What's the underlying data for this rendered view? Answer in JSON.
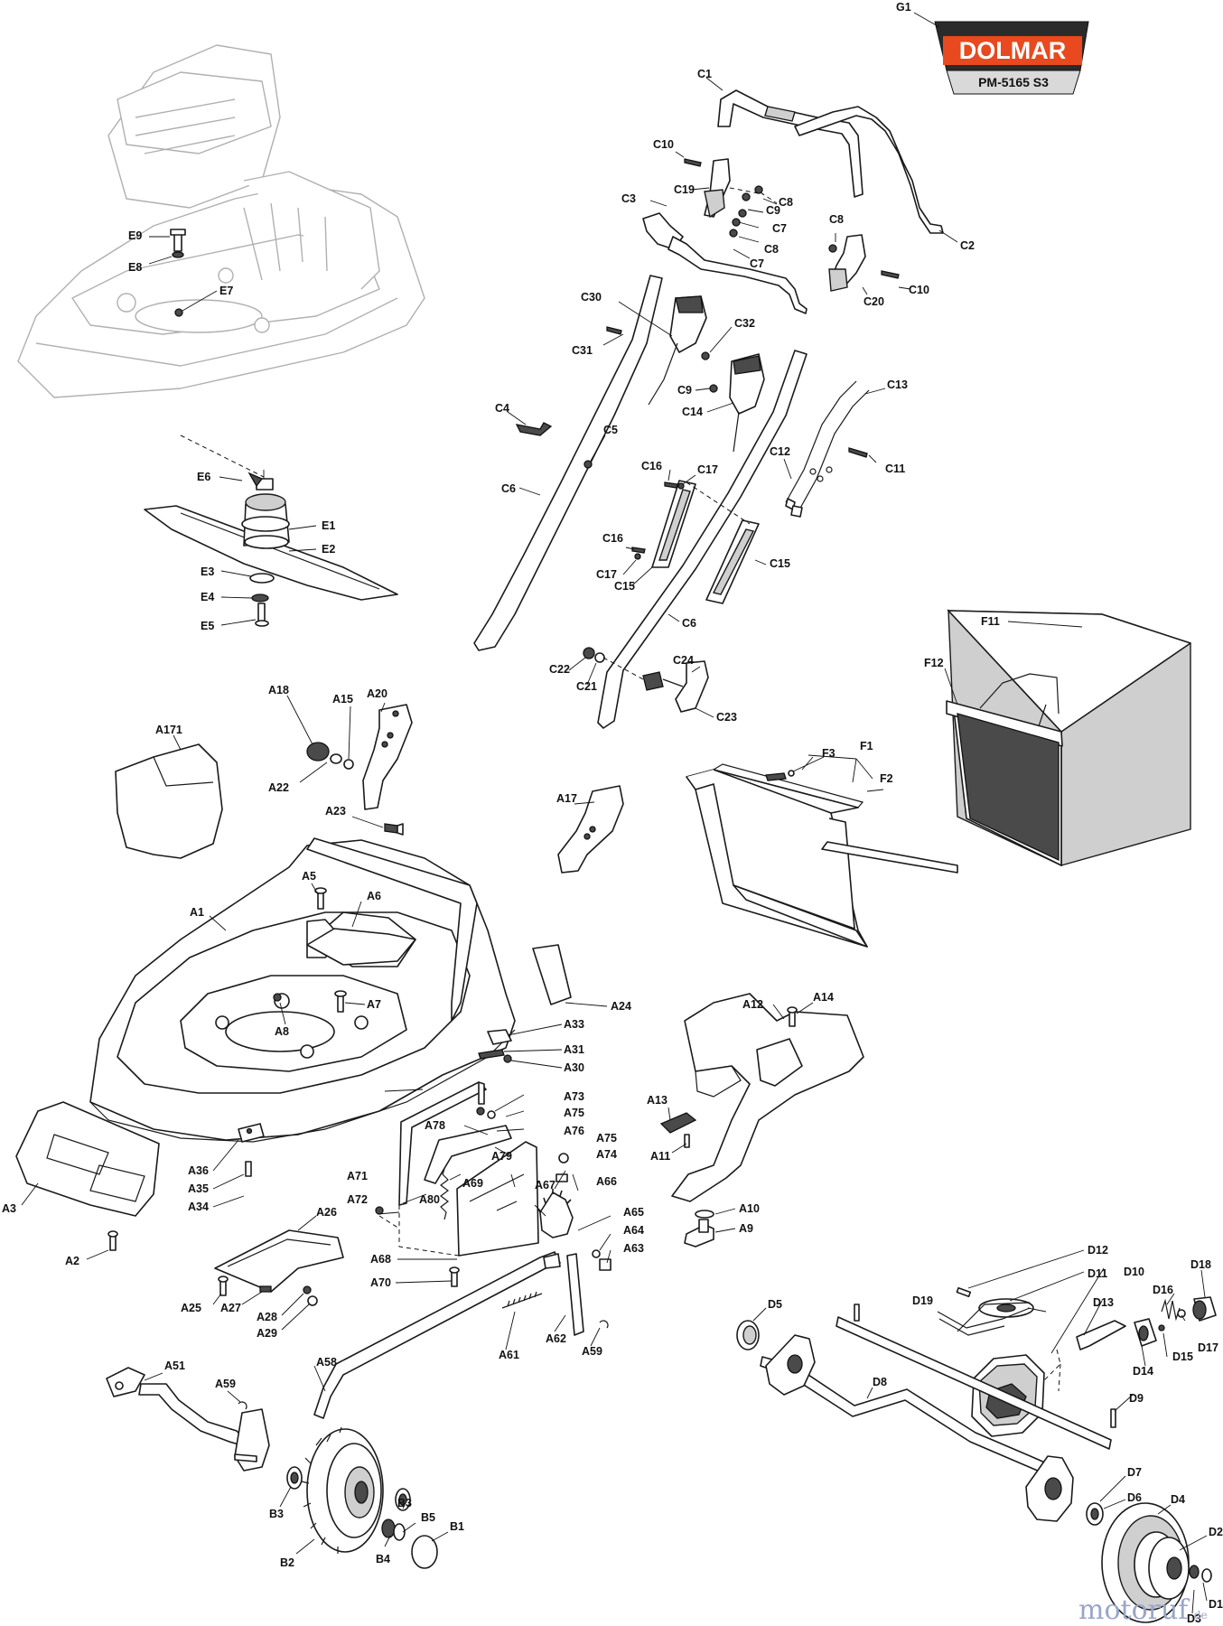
{
  "logo": {
    "brand": "DOLMAR",
    "model": "PM-5165 S3",
    "brand_color": "#e8491e",
    "badge_color": "#2b2b2b",
    "band_color": "#d9d9d9"
  },
  "watermark": {
    "text": "motoruf",
    "suffix": ".de",
    "color": "#9aa6c8"
  },
  "labels": {
    "G1": "G1",
    "C1": "C1",
    "C2": "C2",
    "C3": "C3",
    "C4": "C4",
    "C5": "C5",
    "C6": "C6",
    "C6b": "C6",
    "C7": "C7",
    "C7b": "C7",
    "C8": "C8",
    "C8b": "C8",
    "C8c": "C8",
    "C9": "C9",
    "C9b": "C9",
    "C10": "C10",
    "C10b": "C10",
    "C11": "C11",
    "C12": "C12",
    "C13": "C13",
    "C14": "C14",
    "C15": "C15",
    "C15b": "C15",
    "C16": "C16",
    "C16b": "C16",
    "C17": "C17",
    "C17b": "C17",
    "C19": "C19",
    "C20": "C20",
    "C21": "C21",
    "C22": "C22",
    "C23": "C23",
    "C24": "C24",
    "C30": "C30",
    "C31": "C31",
    "C32": "C32",
    "E1": "E1",
    "E2": "E2",
    "E3": "E3",
    "E4": "E4",
    "E5": "E5",
    "E6": "E6",
    "E7": "E7",
    "E8": "E8",
    "E9": "E9",
    "F1": "F1",
    "F2": "F2",
    "F3": "F3",
    "F11": "F11",
    "F12": "F12",
    "A1": "A1",
    "A2": "A2",
    "A3": "A3",
    "A5": "A5",
    "A6": "A6",
    "A7": "A7",
    "A8": "A8",
    "A9": "A9",
    "A10": "A10",
    "A11": "A11",
    "A12": "A12",
    "A13": "A13",
    "A14": "A14",
    "A15": "A15",
    "A17": "A17",
    "A18": "A18",
    "A20": "A20",
    "A22": "A22",
    "A23": "A23",
    "A24": "A24",
    "A25": "A25",
    "A26": "A26",
    "A27": "A27",
    "A28": "A28",
    "A29": "A29",
    "A30": "A30",
    "A31": "A31",
    "A33": "A33",
    "A34": "A34",
    "A35": "A35",
    "A36": "A36",
    "A51": "A51",
    "A58": "A58",
    "A59": "A59",
    "A59b": "A59",
    "A61": "A61",
    "A62": "A62",
    "A63": "A63",
    "A64": "A64",
    "A65": "A65",
    "A66": "A66",
    "A67": "A67",
    "A68": "A68",
    "A69": "A69",
    "A70": "A70",
    "A71": "A71",
    "A72": "A72",
    "A73": "A73",
    "A74": "A74",
    "A75": "A75",
    "A75b": "A75",
    "A76": "A76",
    "A78": "A78",
    "A79": "A79",
    "A80": "A80",
    "A171": "A171",
    "B1": "B1",
    "B2": "B2",
    "B3": "B3",
    "B3b": "B3",
    "B4": "B4",
    "B5": "B5",
    "D1": "D1",
    "D2": "D2",
    "D3": "D3",
    "D4": "D4",
    "D5": "D5",
    "D6": "D6",
    "D7": "D7",
    "D8": "D8",
    "D9": "D9",
    "D10": "D10",
    "D11": "D11",
    "D12": "D12",
    "D13": "D13",
    "D14": "D14",
    "D15": "D15",
    "D16": "D16",
    "D17": "D17",
    "D18": "D18",
    "D19": "D19"
  }
}
